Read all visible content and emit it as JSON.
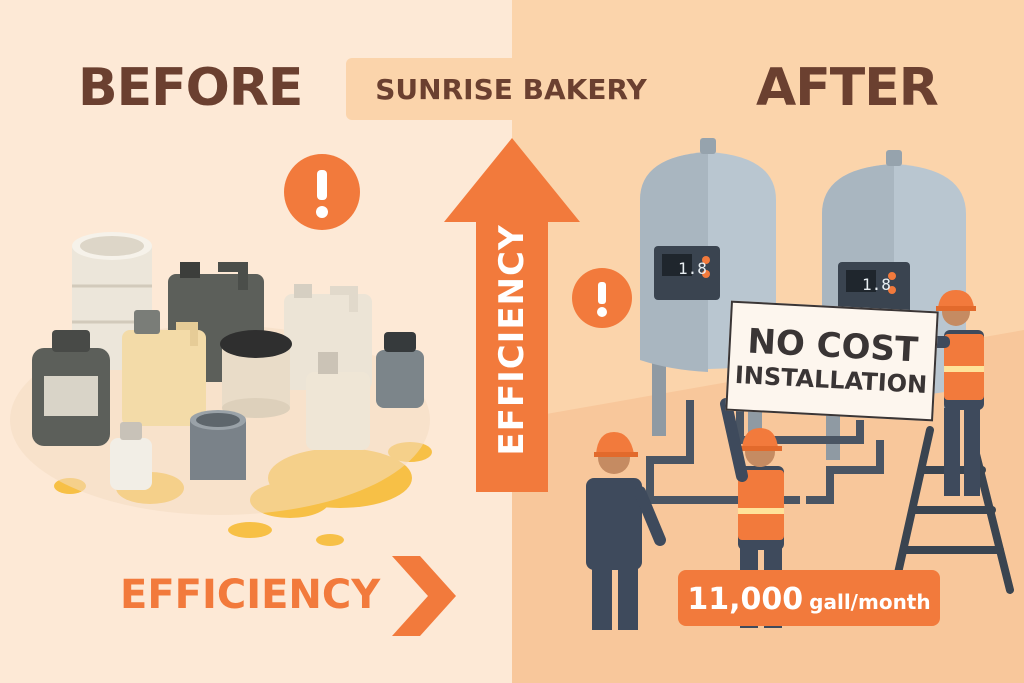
{
  "labels": {
    "before": "BEFORE",
    "after": "AFTER",
    "brand": "SUNRISE BAKERY",
    "efficiency_horizontal": "EFFICIENCY",
    "efficiency_vertical": "EFFICIENCY",
    "sign_line1": "NO COST",
    "sign_line2": "INSTALLATION",
    "volume_value": "11,000",
    "volume_unit": "gall/month",
    "tank_display": "1.8"
  },
  "colors": {
    "left_background": "#fde9d6",
    "right_background": "#fbd4ab",
    "accent_orange": "#f27a3c",
    "title_brown": "#6b4030",
    "spill_yellow": "#f7c046",
    "tank_steel": "#b9c6d0",
    "worker_navy": "#3e4a5c"
  },
  "icons": [
    "warning-icon",
    "warning-icon-small",
    "chevron-right-icon",
    "arrow-up-icon"
  ]
}
